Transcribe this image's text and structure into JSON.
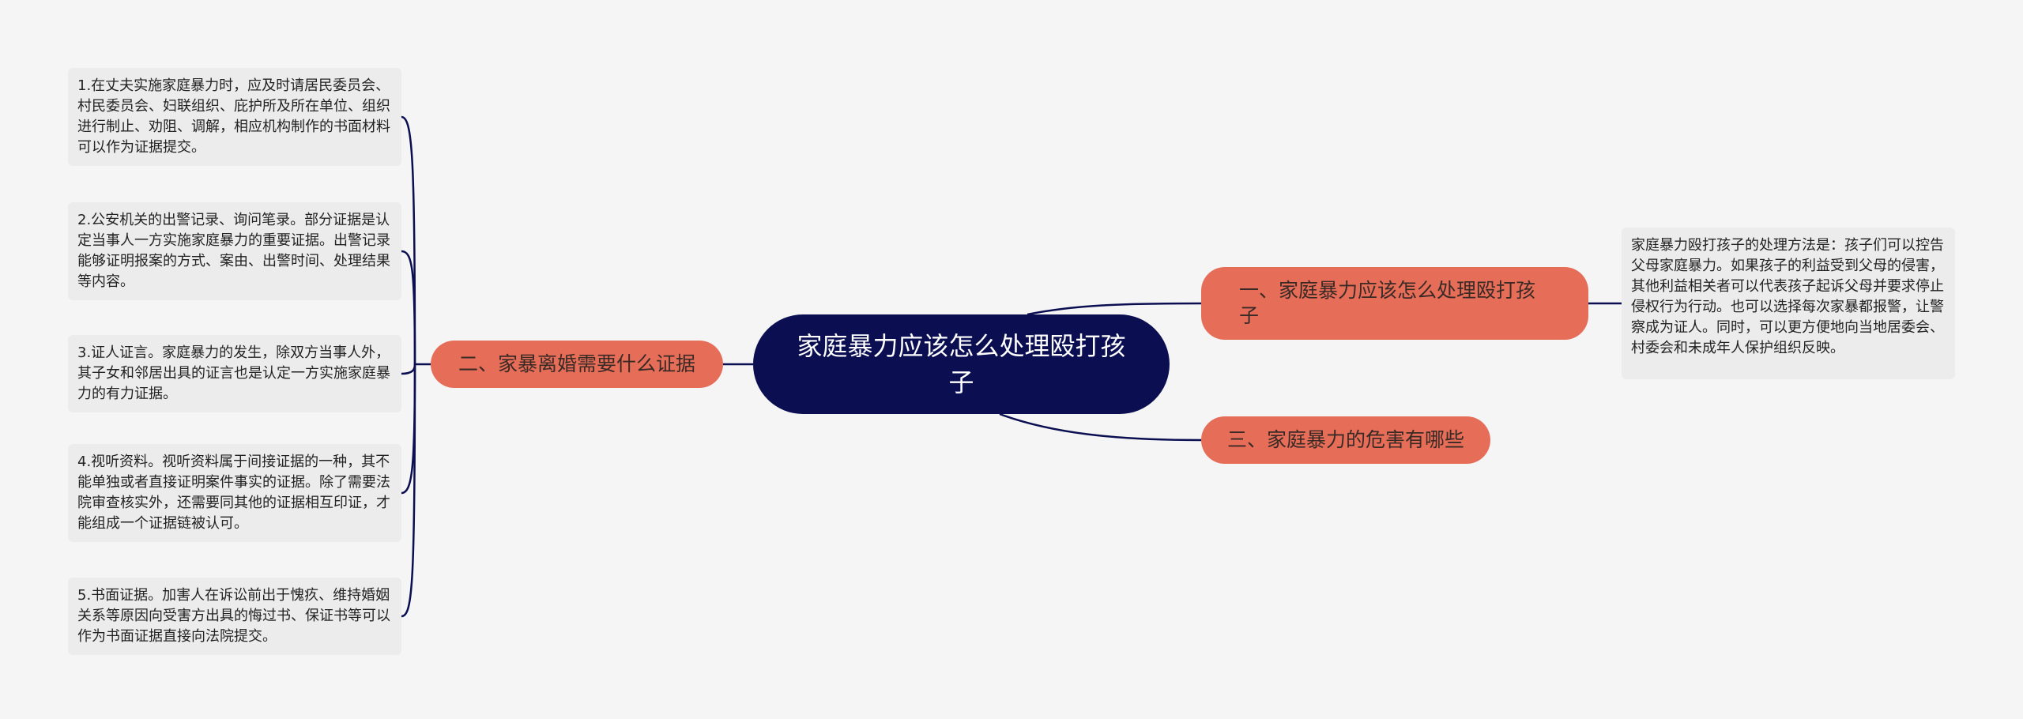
{
  "root": {
    "label": "家庭暴力应该怎么处理殴打孩子"
  },
  "branches": [
    {
      "label": "二、家暴离婚需要什么证据",
      "leaves": [
        "1.在丈夫实施家庭暴力时，应及时请居民委员会、村民委员会、妇联组织、庇护所及所在单位、组织进行制止、劝阻、调解，相应机构制作的书面材料可以作为证据提交。",
        "2.公安机关的出警记录、询问笔录。部分证据是认定当事人一方实施家庭暴力的重要证据。出警记录能够证明报案的方式、案由、出警时间、处理结果等内容。",
        "3.证人证言。家庭暴力的发生，除双方当事人外，其子女和邻居出具的证言也是认定一方实施家庭暴力的有力证据。",
        "4.视听资料。视听资料属于间接证据的一种，其不能单独或者直接证明案件事实的证据。除了需要法院审查核实外，还需要同其他的证据相互印证，才能组成一个证据链被认可。",
        "5.书面证据。加害人在诉讼前出于愧疚、维持婚姻关系等原因向受害方出具的悔过书、保证书等可以作为书面证据直接向法院提交。"
      ]
    },
    {
      "label": "一、家庭暴力应该怎么处理殴打孩子",
      "leaves": [
        "家庭暴力殴打孩子的处理方法是：孩子们可以控告父母家庭暴力。如果孩子的利益受到父母的侵害，其他利益相关者可以代表孩子起诉父母并要求停止侵权行为行动。也可以选择每次家暴都报警，让警察成为证人。同时，可以更方便地向当地居委会、村委会和未成年人保护组织反映。"
      ]
    },
    {
      "label": "三、家庭暴力的危害有哪些",
      "leaves": []
    }
  ],
  "colors": {
    "background": "#f5f5f5",
    "root_fill": "#0b0f52",
    "branch_fill": "#e66d58",
    "leaf_fill": "#ececec",
    "connector": "#0b0f52"
  }
}
